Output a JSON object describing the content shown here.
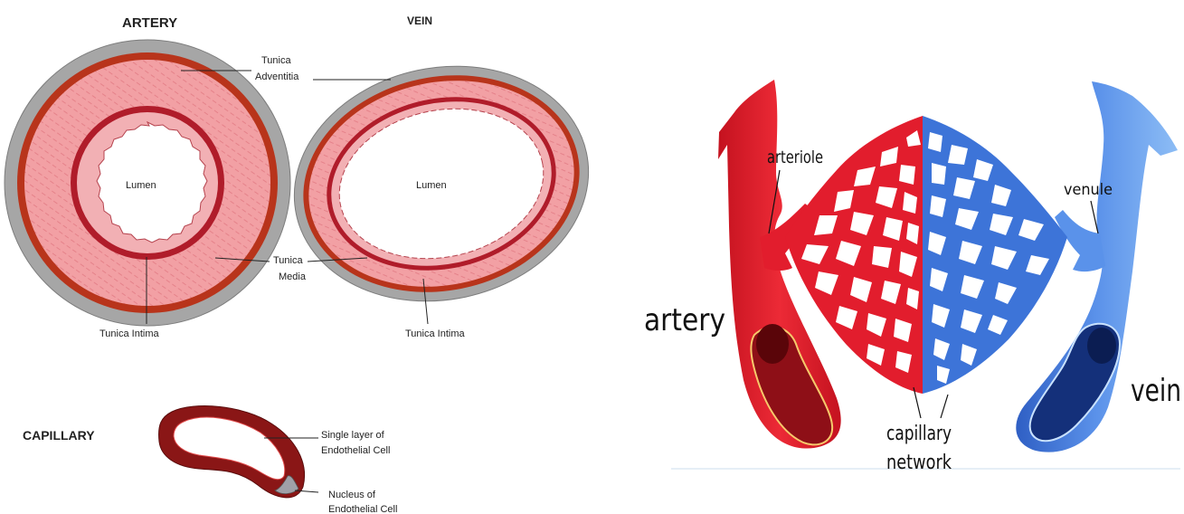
{
  "left_panel": {
    "artery_heading": "ARTERY",
    "vein_heading": "VEIN",
    "capillary_heading": "CAPILLARY",
    "tunica_adventitia_line1": "Tunica",
    "tunica_adventitia_line2": "Adventitia",
    "tunica_media_line1": "Tunica",
    "tunica_media_line2": "Media",
    "artery_lumen": "Lumen",
    "vein_lumen": "Lumen",
    "artery_intima": "Tunica Intima",
    "vein_intima": "Tunica Intima",
    "endothelial_layer_line1": "Single layer of",
    "endothelial_layer_line2": "Endothelial  Cell",
    "nucleus_line1": "Nucleus of",
    "nucleus_line2": "Endothelial  Cell"
  },
  "right_panel": {
    "artery_label": "artery",
    "vein_label": "vein",
    "arteriole_label": "arteriole",
    "venule_label": "venule",
    "capillary_line1": "capillary",
    "capillary_line2": "network"
  },
  "colors": {
    "adventitia": "#a6a6a6",
    "media_outer": "#b8341b",
    "media_pink": "#f2a0a4",
    "intima": "#b01c2a",
    "arterial_red": "#e21d2d",
    "venous_blue": "#3d74d8",
    "light_blue": "#7fb0ef"
  }
}
